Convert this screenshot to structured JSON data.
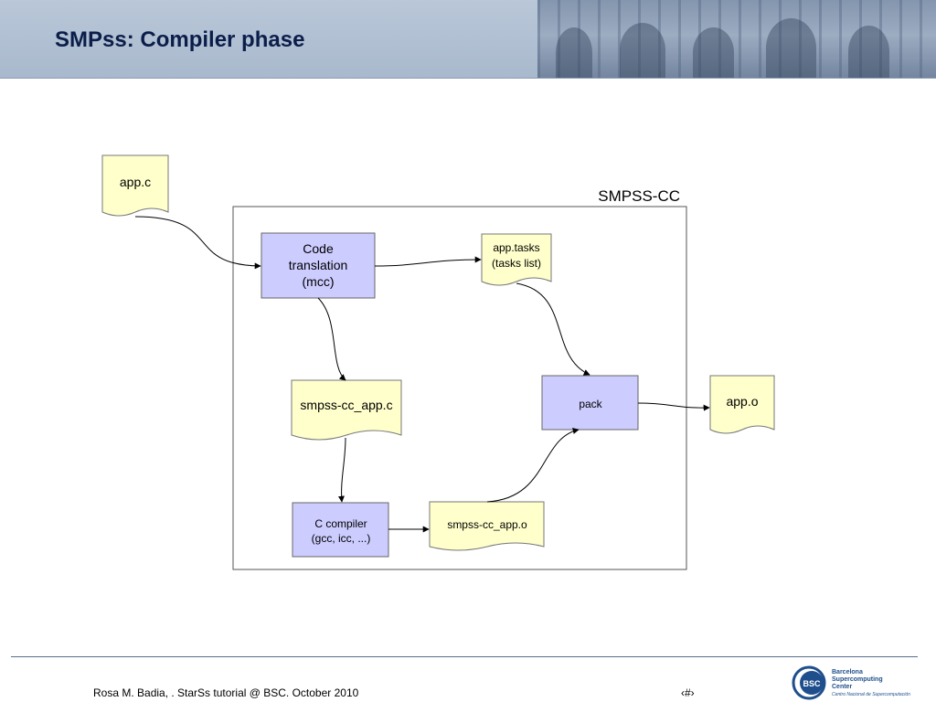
{
  "slide": {
    "title": "SMPss: Compiler phase",
    "footer": "Rosa M. Badia, . StarSs tutorial @  BSC. October 2010",
    "page_number": "‹#›"
  },
  "logo": {
    "mark": "BSC",
    "line1": "Barcelona",
    "line2": "Supercomputing",
    "line3": "Center",
    "line4": "Centro Nacional de Supercomputación"
  },
  "diagram": {
    "container_label": "SMPSS-CC",
    "nodes": {
      "app_c": "app.c",
      "code_translation": [
        "Code",
        "translation",
        "(mcc)"
      ],
      "app_tasks": [
        "app.tasks",
        "(tasks list)"
      ],
      "smpss_cc_app_c": "smpss-cc_app.c",
      "pack": "pack",
      "app_o": "app.o",
      "c_compiler": [
        "C compiler",
        "(gcc, icc, ...)"
      ],
      "smpss_cc_app_o": "smpss-cc_app.o"
    }
  },
  "colors": {
    "process_fill": "#ccccff",
    "document_fill": "#ffffcc",
    "title": "#0b1e4a"
  }
}
